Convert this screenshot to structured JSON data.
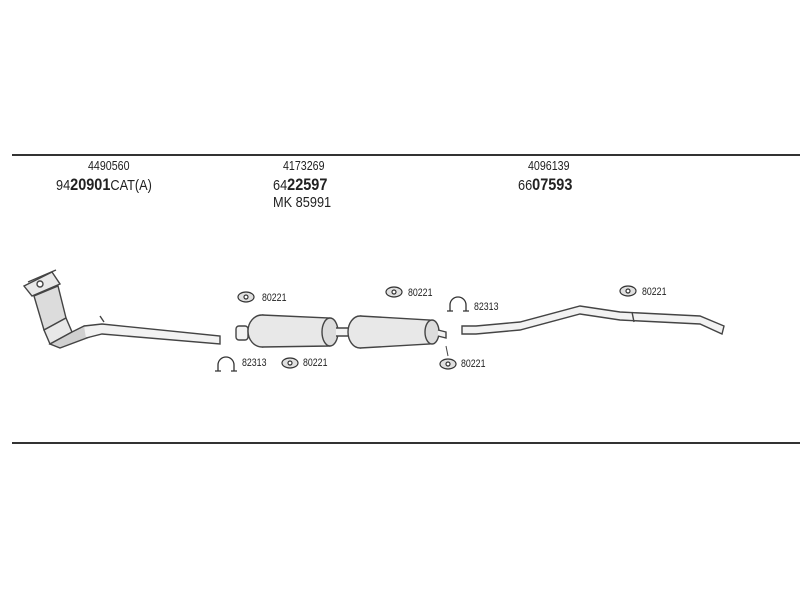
{
  "header_groups": [
    {
      "ref": "4490560",
      "code_prefix": "94",
      "code_bold": "20901",
      "code_suffix": "CAT(A)"
    },
    {
      "ref": "4173269",
      "code_prefix": "64",
      "code_bold": "22597",
      "code_suffix": "",
      "extra": "MK 85991"
    },
    {
      "ref": "4096139",
      "code_prefix": "66",
      "code_bold": "07593",
      "code_suffix": ""
    }
  ],
  "parts": {
    "gasket_label": "80221",
    "clamp_label": "82313"
  },
  "colors": {
    "line": "#333333",
    "part_fill": "#e8e8e8",
    "part_stroke": "#444444"
  }
}
